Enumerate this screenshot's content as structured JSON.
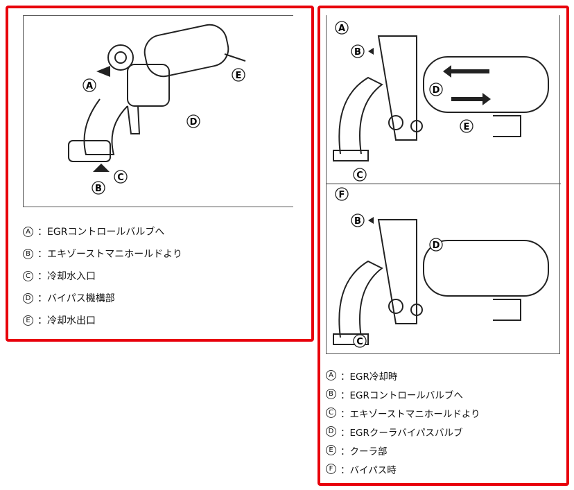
{
  "left": {
    "callouts": [
      "A",
      "B",
      "C",
      "D",
      "E"
    ],
    "legend": [
      {
        "mark": "A",
        "text": "：EGRコントロールバルブへ"
      },
      {
        "mark": "B",
        "text": "：エキゾーストマニホールドより"
      },
      {
        "mark": "C",
        "text": "：冷却水入口"
      },
      {
        "mark": "D",
        "text": "：バイパス機構部"
      },
      {
        "mark": "E",
        "text": "：冷却水出口"
      }
    ]
  },
  "right": {
    "callouts_top": [
      "A",
      "B",
      "C",
      "D",
      "E"
    ],
    "callouts_bottom": [
      "F",
      "B",
      "C",
      "D"
    ],
    "legend": [
      {
        "mark": "A",
        "text": "：EGR冷却時"
      },
      {
        "mark": "B",
        "text": "：EGRコントロールバルブへ"
      },
      {
        "mark": "C",
        "text": "：エキゾーストマニホールドより"
      },
      {
        "mark": "D",
        "text": "：EGRクーラバイパスバルブ"
      },
      {
        "mark": "E",
        "text": "：クーラ部"
      },
      {
        "mark": "F",
        "text": "：バイパス時"
      }
    ]
  },
  "colors": {
    "frame": "#e8000b"
  }
}
